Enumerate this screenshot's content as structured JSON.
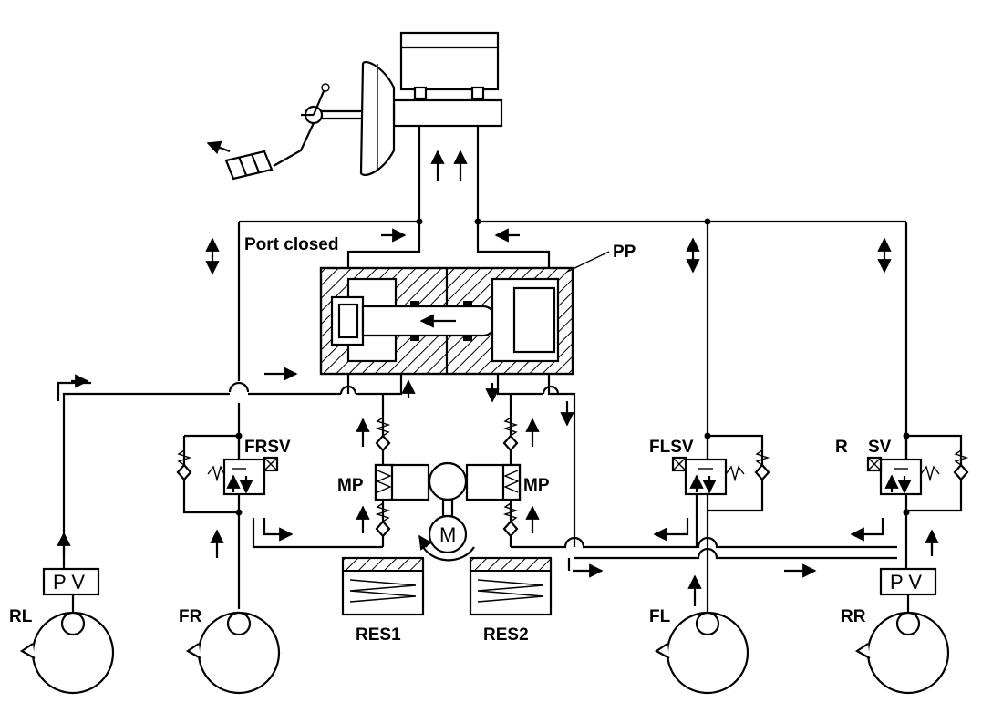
{
  "labels": {
    "port_closed": "Port closed",
    "pp": "PP",
    "frsv": "FRSV",
    "flsv": "FLSV",
    "r": "R",
    "sv": "SV",
    "mp_left": "MP",
    "mp_right": "MP",
    "motor": "M",
    "res1": "RES1",
    "res2": "RES2",
    "rl": "RL",
    "fr": "FR",
    "fl": "FL",
    "rr": "RR",
    "pv_left": "P V",
    "pv_right": "P V"
  },
  "icons": [
    "brake-pedal-icon",
    "booster-icon",
    "master-cylinder-icon",
    "motor-icon",
    "wheel-cylinder-icon",
    "check-valve-icon",
    "solenoid-valve-icon",
    "reservoir-icon",
    "flow-arrow-icon"
  ]
}
